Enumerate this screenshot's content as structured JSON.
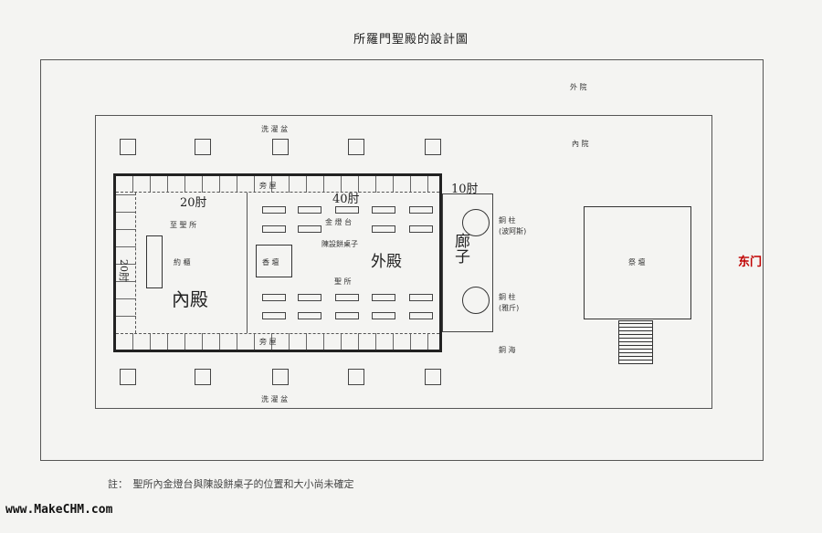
{
  "title": "所羅門聖殿的設計圖",
  "labels": {
    "outer_court": "外 院",
    "inner_court": "內 院",
    "laver_top": "洗 濯 盆",
    "laver_bottom": "洗 濯 盆",
    "side_room_top": "旁 屋",
    "side_room_bottom": "旁 屋",
    "most_holy": "至 聖 所",
    "ark": "約 櫃",
    "gold_lampstand": "金 燈 台",
    "showbread_tables": "陳設餅桌子",
    "incense_altar": "香 壇",
    "holy_place": "聖 所",
    "pillar_boaz": "銅 柱",
    "pillar_boaz_name": "(波阿斯)",
    "pillar_jachin": "銅 柱",
    "pillar_jachin_name": "(雅斤)",
    "bronze_sea": "銅 海",
    "altar": "祭 壇",
    "east_gate": "东门",
    "note": "註：　聖所內金燈台與陳設餅桌子的位置和大小尚未確定",
    "watermark": "www.MakeCHM.com"
  },
  "handwritten": {
    "dim_20": "20肘",
    "dim_40": "40肘",
    "dim_10": "10肘",
    "inner_hall": "內殿",
    "outer_hall": "外殿",
    "porch": "廊子",
    "dim_20_side": "20肘"
  }
}
